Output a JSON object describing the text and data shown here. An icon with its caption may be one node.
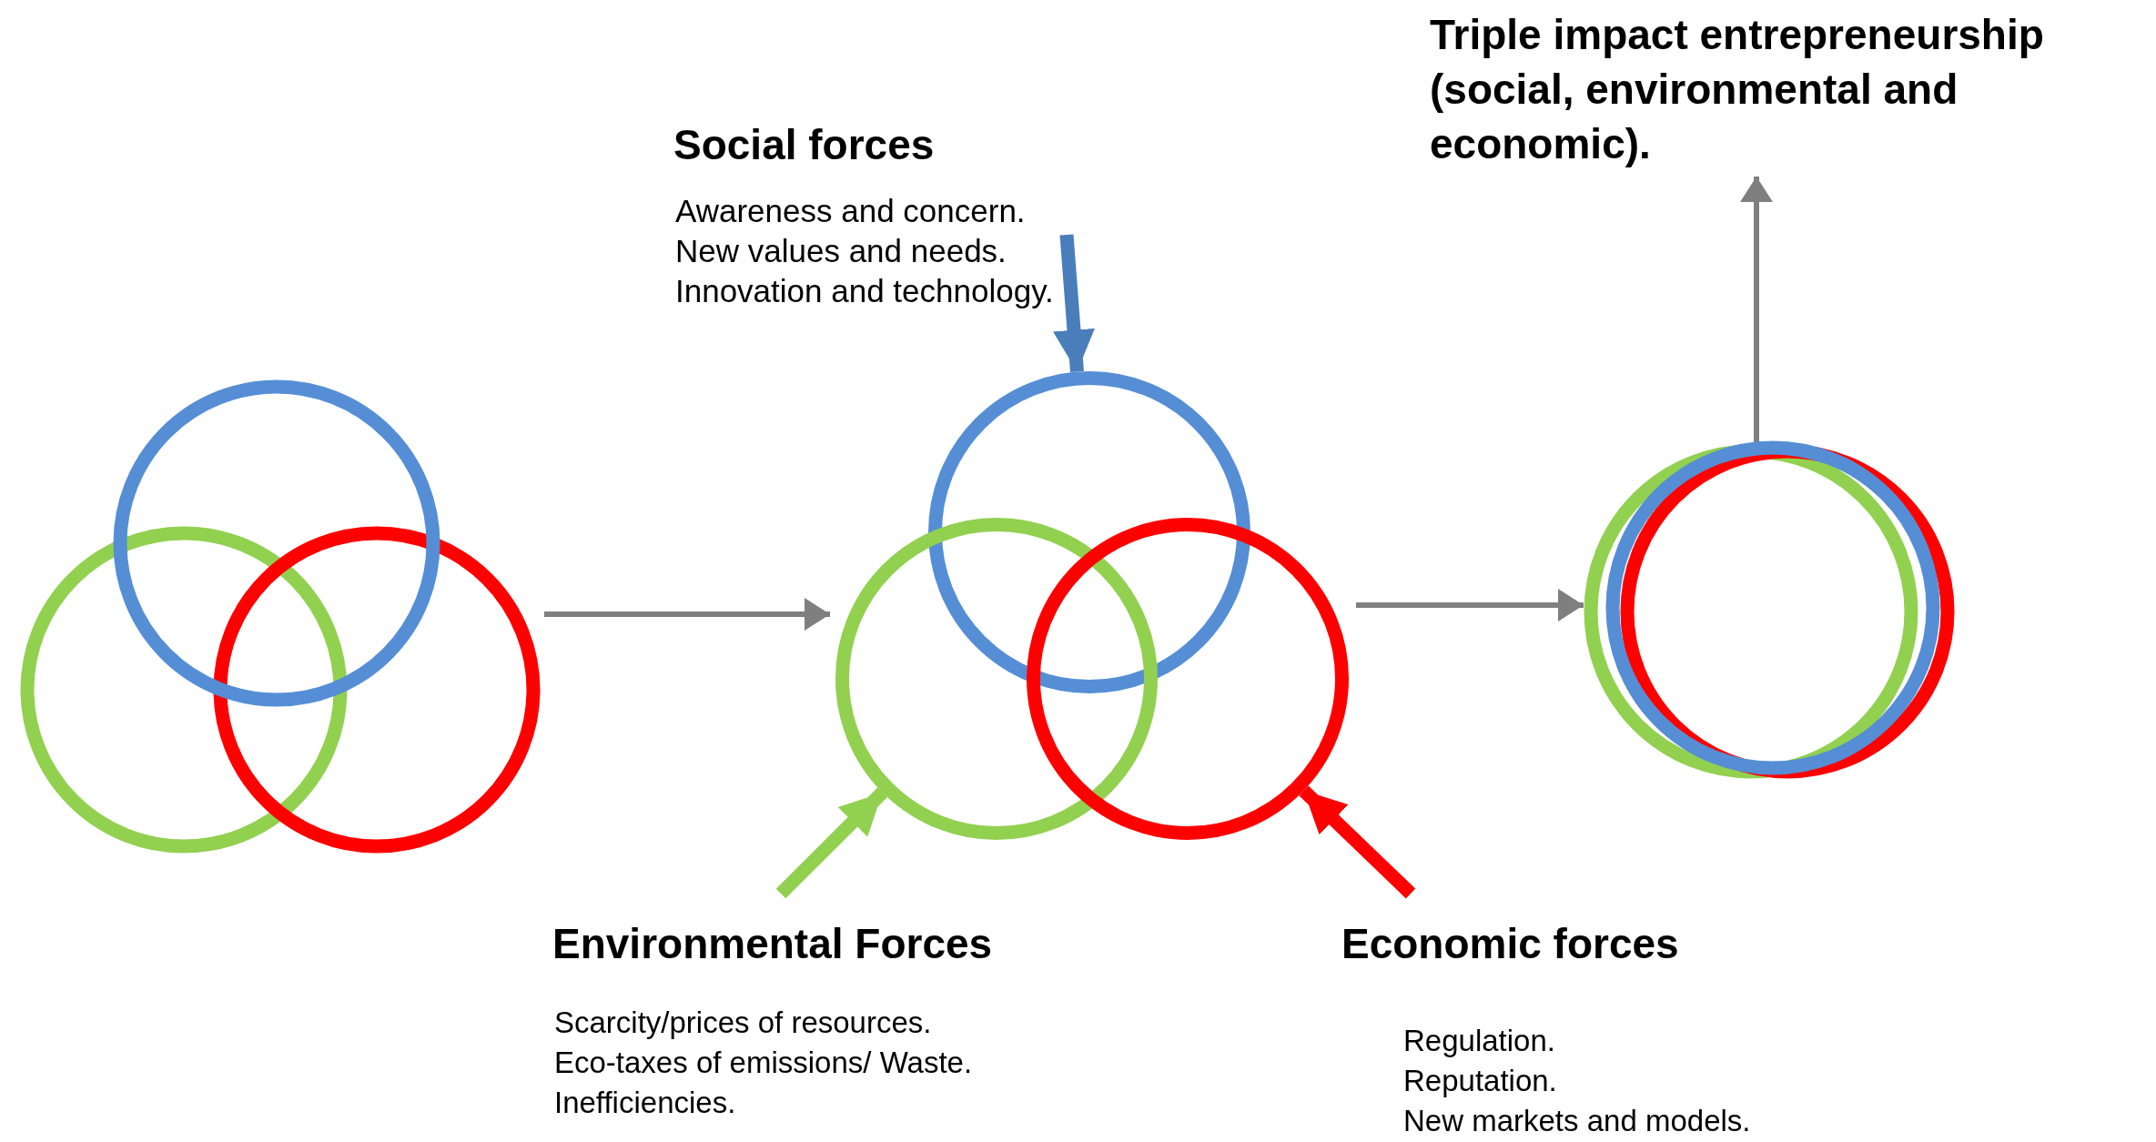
{
  "diagram": {
    "nodes": [
      {
        "text": [
          "Triple impact entrepreneurship (social, environmental and economic)."
        ]
      },
      {
        "text": [
          "Social forces",
          "Awareness and concern.",
          "New values and needs.",
          "Innovation and technology."
        ]
      },
      {
        "text": [],
        "shape": "picture"
      },
      {
        "text": [],
        "shape": "picture"
      },
      {
        "text": [],
        "shape": "circle",
        "in": 3
      },
      {
        "text": [],
        "shape": "circle",
        "in": 3
      },
      {
        "text": [],
        "shape": "circle",
        "in": 3
      },
      {
        "text": [],
        "shape": "circle"
      },
      {
        "text": [
          "Environmental Forces",
          "Scarcity/prices of resources.",
          "Eco-taxes of emissions/ Waste.",
          "Inefficiencies."
        ]
      },
      {
        "text": [
          "Economic forces",
          "Regulation.",
          "Reputation.",
          "New markets and models."
        ]
      }
    ],
    "edges": [
      {
        "from": 2,
        "to": 3,
        "arrow": "to"
      },
      {
        "from": 1,
        "to": 4,
        "arrow": "to",
        "style": "thick",
        "color": "#4a7ebb"
      },
      {
        "from": 8,
        "to": 5,
        "arrow": "to",
        "style": "thick",
        "color": "#92d050"
      },
      {
        "from": 9,
        "to": 6,
        "arrow": "to",
        "style": "thick",
        "color": "#ff0000"
      },
      {
        "from": 3,
        "to": 7,
        "arrow": "to"
      },
      {
        "from": 7,
        "to": 0,
        "arrow": "to"
      }
    ]
  }
}
